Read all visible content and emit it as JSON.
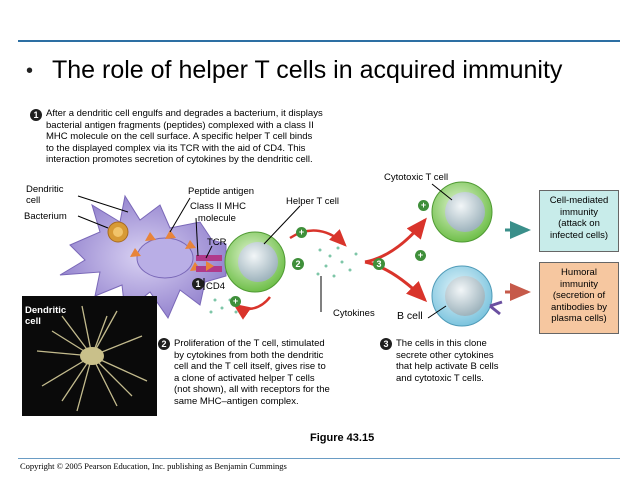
{
  "slide": {
    "title": "The role of helper T cells in acquired immunity",
    "bullet": "•"
  },
  "steps": {
    "one": "1",
    "two": "2",
    "three": "3"
  },
  "step1_text": "After a dendritic cell engulfs and degrades a bacterium, it displays\nbacterial antigen fragments (peptides) complexed with a class II\nMHC molecule on the cell surface. A specific helper T cell binds\nto the displayed complex via its TCR with the aid of CD4. This\ninteraction promotes secretion of cytokines by the dendritic cell.",
  "step2_text": "Proliferation of the T cell, stimulated\nby cytokines from both the dendritic\ncell and the T cell itself, gives rise to\na clone of activated helper T cells\n(not shown), all with receptors for the\nsame MHC–antigen complex.",
  "step3_text": "The cells in this clone\nsecrete other cytokines\nthat help activate B cells\nand cytotoxic T cells.",
  "labels": {
    "dendritic_cell": "Dendritic\ncell",
    "bacterium": "Bacterium",
    "peptide_antigen": "Peptide antigen",
    "class_ii_mhc": "Class II MHC\n   molecule",
    "tcr": "TCR",
    "cd4": "CD4",
    "helper_t_cell": "Helper T cell",
    "cytokines": "Cytokines",
    "cytotoxic_t_cell": "Cytotoxic T cell",
    "b_cell": "B cell",
    "photo_label": "Dendritic\ncell"
  },
  "outcomes": {
    "cell_mediated": "Cell-mediated\nimmunity\n(attack on\ninfected cells)",
    "humoral": "Humoral\nimmunity\n(secretion of\nantibodies by\nplasma cells)"
  },
  "signs": {
    "plus": "+"
  },
  "figure_caption": "Figure 43.15",
  "copyright": "Copyright © 2005 Pearson Education, Inc. publishing as Benjamin Cummings",
  "colors": {
    "title_rule": "#2d6fa3",
    "dendritic_cell": "#9f8fd6",
    "t_cell": "#8fcf6a",
    "b_cell": "#9fd6e8",
    "arrow_red": "#d9342b",
    "cell_mediated_box": "#c8ecea",
    "humoral_box": "#f6c7a0",
    "tcr": "#b03a8a"
  }
}
